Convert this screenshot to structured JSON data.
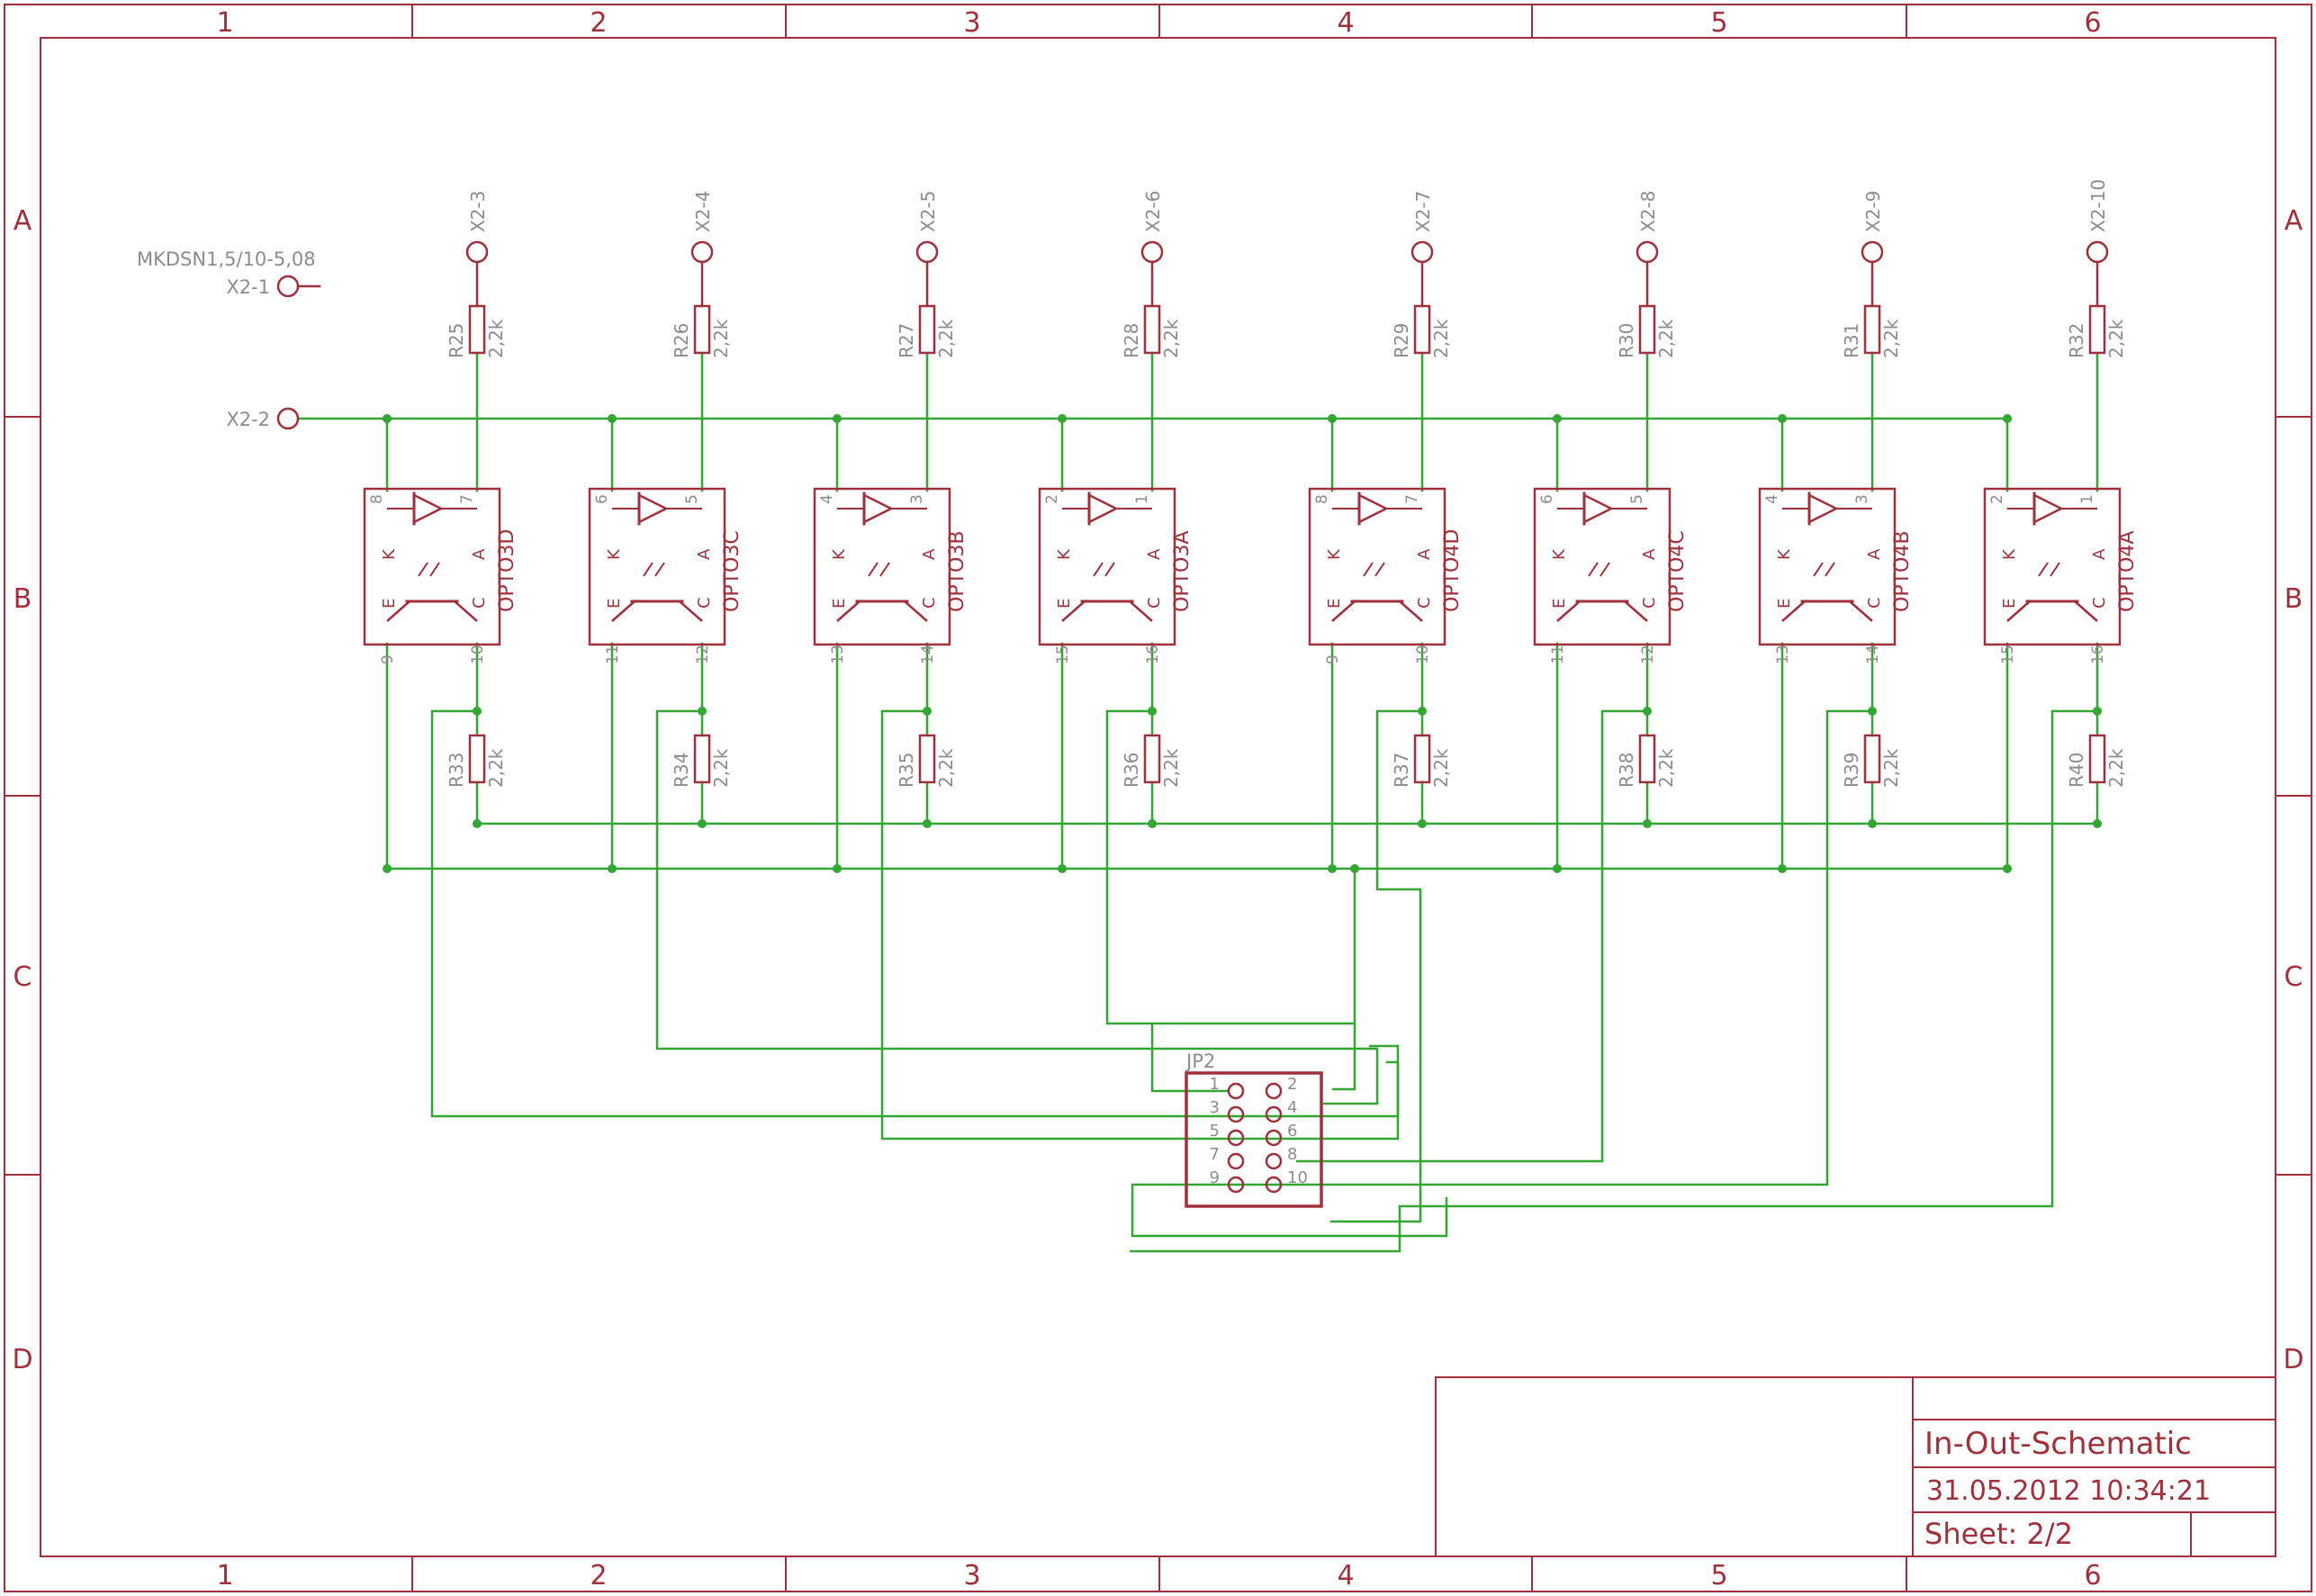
{
  "frame": {
    "columns": [
      "1",
      "2",
      "3",
      "4",
      "5",
      "6"
    ],
    "rows": [
      "A",
      "B",
      "C",
      "D"
    ]
  },
  "connector": {
    "part": "MKDSN1,5/10-5,08",
    "x2_1": "X2-1",
    "x2_2": "X2-2"
  },
  "channels": [
    {
      "term": "X2-3",
      "r_top": "R25",
      "r_bot": "R33",
      "value": "2,2k",
      "opto": "OPTO3D",
      "pin_k": "8",
      "pin_a": "7",
      "pin_e": "9",
      "pin_c": "10"
    },
    {
      "term": "X2-4",
      "r_top": "R26",
      "r_bot": "R34",
      "value": "2,2k",
      "opto": "OPTO3C",
      "pin_k": "6",
      "pin_a": "5",
      "pin_e": "11",
      "pin_c": "12"
    },
    {
      "term": "X2-5",
      "r_top": "R27",
      "r_bot": "R35",
      "value": "2,2k",
      "opto": "OPTO3B",
      "pin_k": "4",
      "pin_a": "3",
      "pin_e": "13",
      "pin_c": "14"
    },
    {
      "term": "X2-6",
      "r_top": "R28",
      "r_bot": "R36",
      "value": "2,2k",
      "opto": "OPTO3A",
      "pin_k": "2",
      "pin_a": "1",
      "pin_e": "15",
      "pin_c": "16"
    },
    {
      "term": "X2-7",
      "r_top": "R29",
      "r_bot": "R37",
      "value": "2,2k",
      "opto": "OPTO4D",
      "pin_k": "8",
      "pin_a": "7",
      "pin_e": "9",
      "pin_c": "10"
    },
    {
      "term": "X2-8",
      "r_top": "R30",
      "r_bot": "R38",
      "value": "2,2k",
      "opto": "OPTO4C",
      "pin_k": "6",
      "pin_a": "5",
      "pin_e": "11",
      "pin_c": "12"
    },
    {
      "term": "X2-9",
      "r_top": "R31",
      "r_bot": "R39",
      "value": "2,2k",
      "opto": "OPTO4B",
      "pin_k": "4",
      "pin_a": "3",
      "pin_e": "13",
      "pin_c": "14"
    },
    {
      "term": "X2-10",
      "r_top": "R32",
      "r_bot": "R40",
      "value": "2,2k",
      "opto": "OPTO4A",
      "pin_k": "2",
      "pin_a": "1",
      "pin_e": "15",
      "pin_c": "16"
    }
  ],
  "opto_labels": {
    "k": "K",
    "a": "A",
    "e": "E",
    "c": "C"
  },
  "header": {
    "name": "JP2",
    "pins_left": [
      "1",
      "3",
      "5",
      "7",
      "9"
    ],
    "pins_right": [
      "2",
      "4",
      "6",
      "8",
      "10"
    ]
  },
  "title_block": {
    "title": "In-Out-Schematic",
    "datetime": "31.05.2012 10:34:21",
    "sheet": "Sheet: 2/2"
  },
  "colors": {
    "frame": "#a0303a",
    "symbol": "#a0303a",
    "net": "#33a633",
    "junction": "#33a633",
    "label_gray": "#8c8c8c"
  }
}
